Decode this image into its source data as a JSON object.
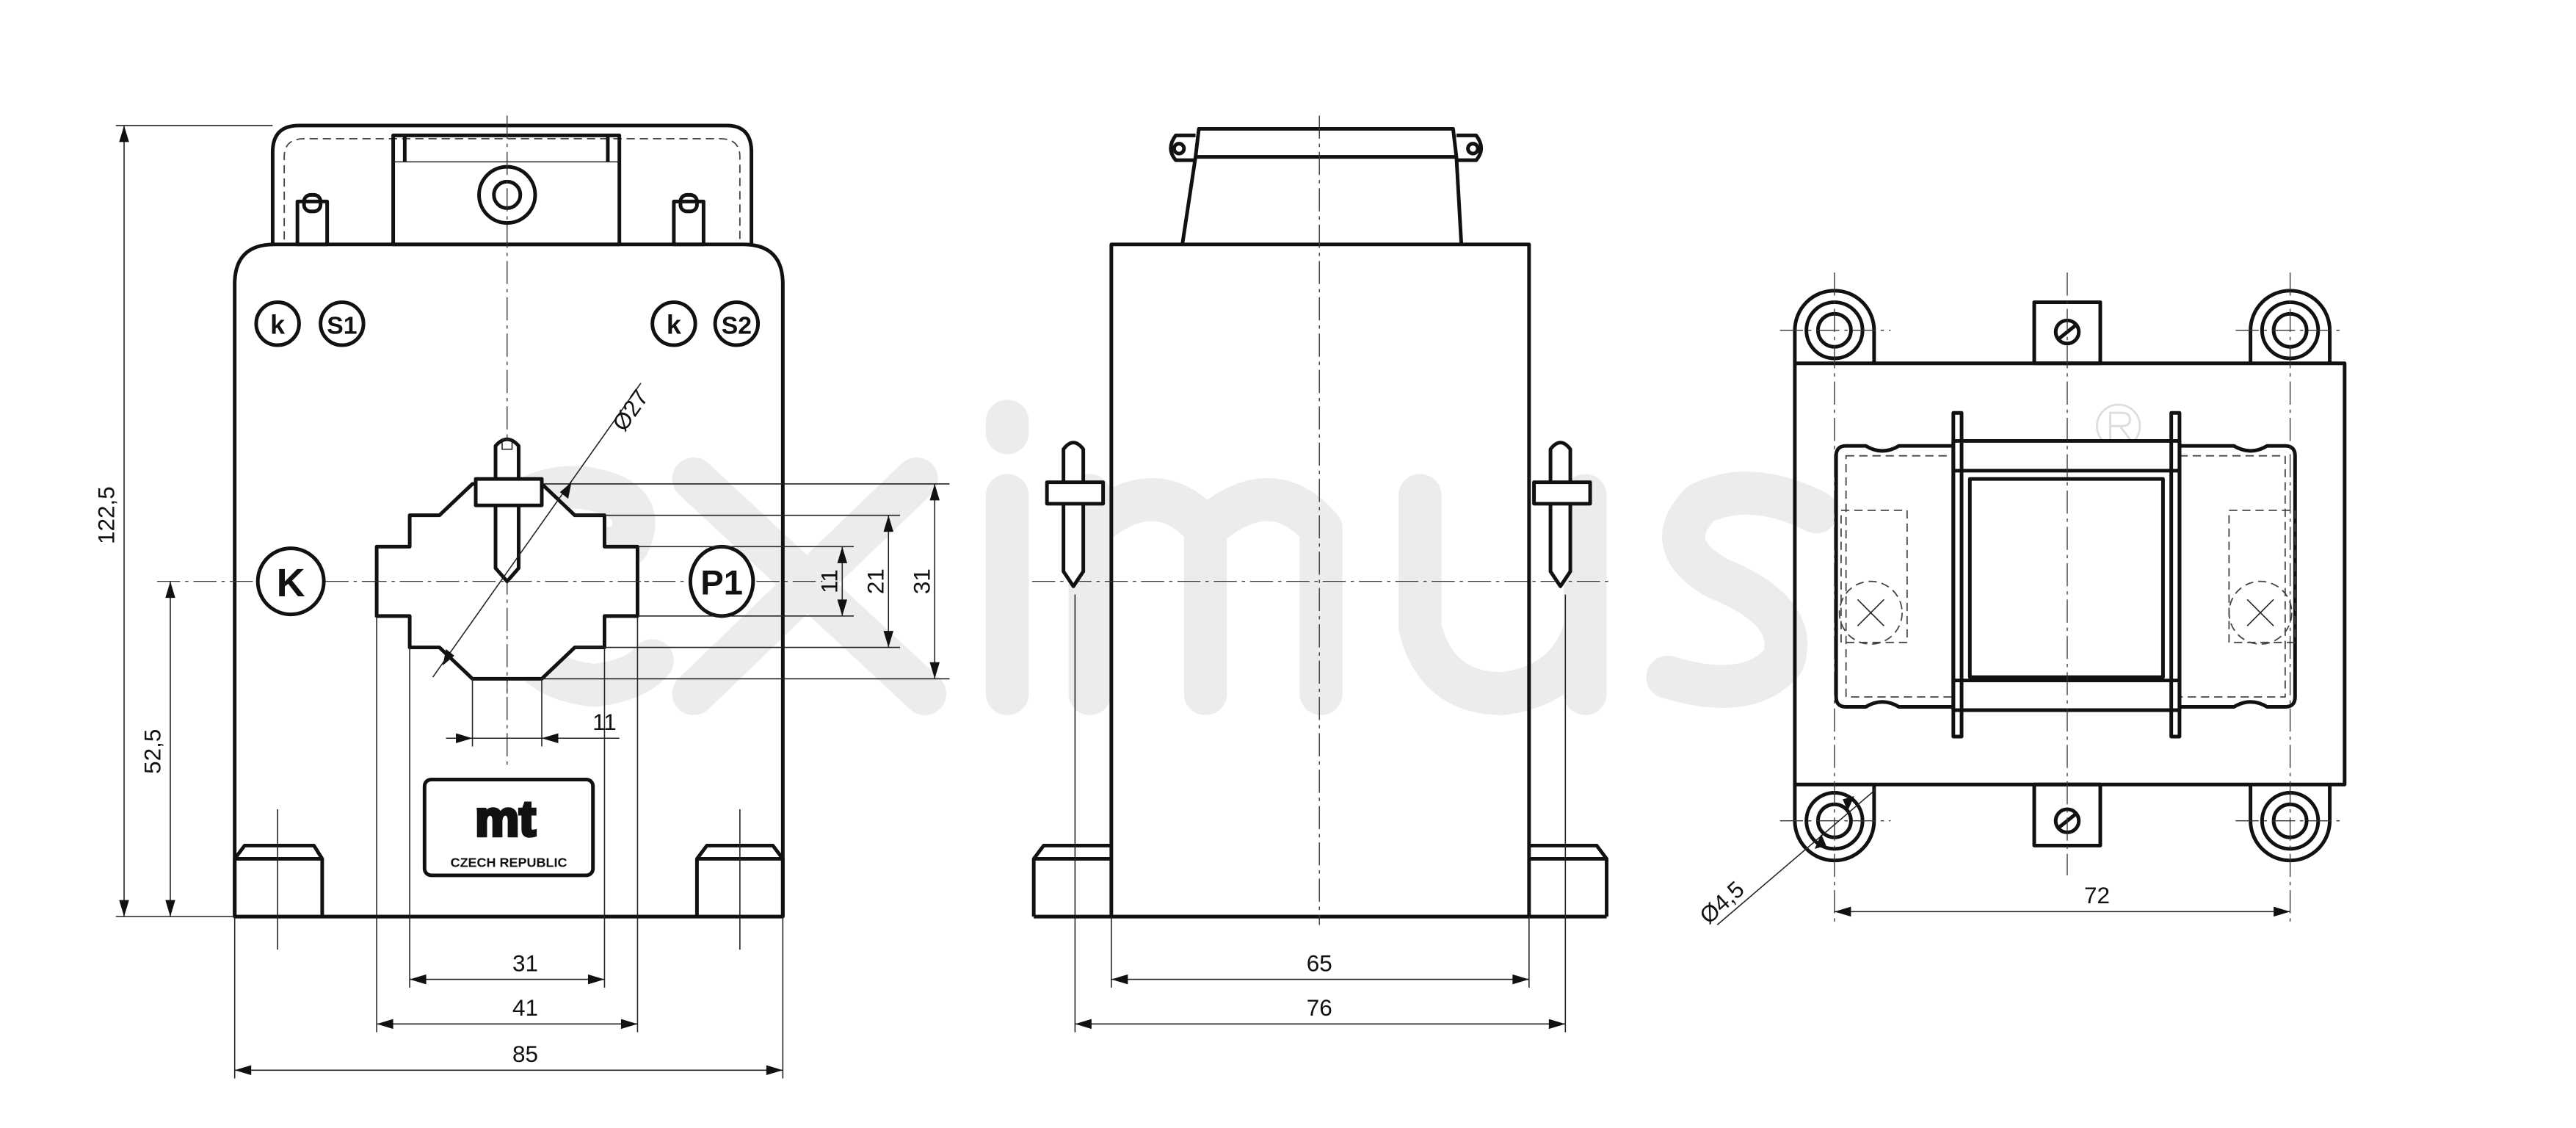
{
  "watermark": {
    "brand": "eximus",
    "registered_mark": "®"
  },
  "front_view": {
    "terminal_labels": [
      "k",
      "S1",
      "k",
      "S2"
    ],
    "primary_labels": {
      "left": "K",
      "right": "P1"
    },
    "logo": {
      "mark": "mt",
      "subtitle": "CZECH REPUBLIC"
    },
    "dimensions": {
      "window_diameter": "Ø27",
      "height_inner": "11",
      "height_mid": "21",
      "height_outer": "31",
      "width_bottom_flat": "11",
      "width_31": "31",
      "width_41": "41",
      "width_total": "85",
      "height_total": "122,5",
      "height_axis": "52,5"
    }
  },
  "side_view": {
    "dimensions": {
      "body_width": "65",
      "total_width": "76"
    }
  },
  "bottom_view": {
    "dimensions": {
      "hole_diameter": "Ø4,5",
      "hole_spacing": "72"
    }
  }
}
